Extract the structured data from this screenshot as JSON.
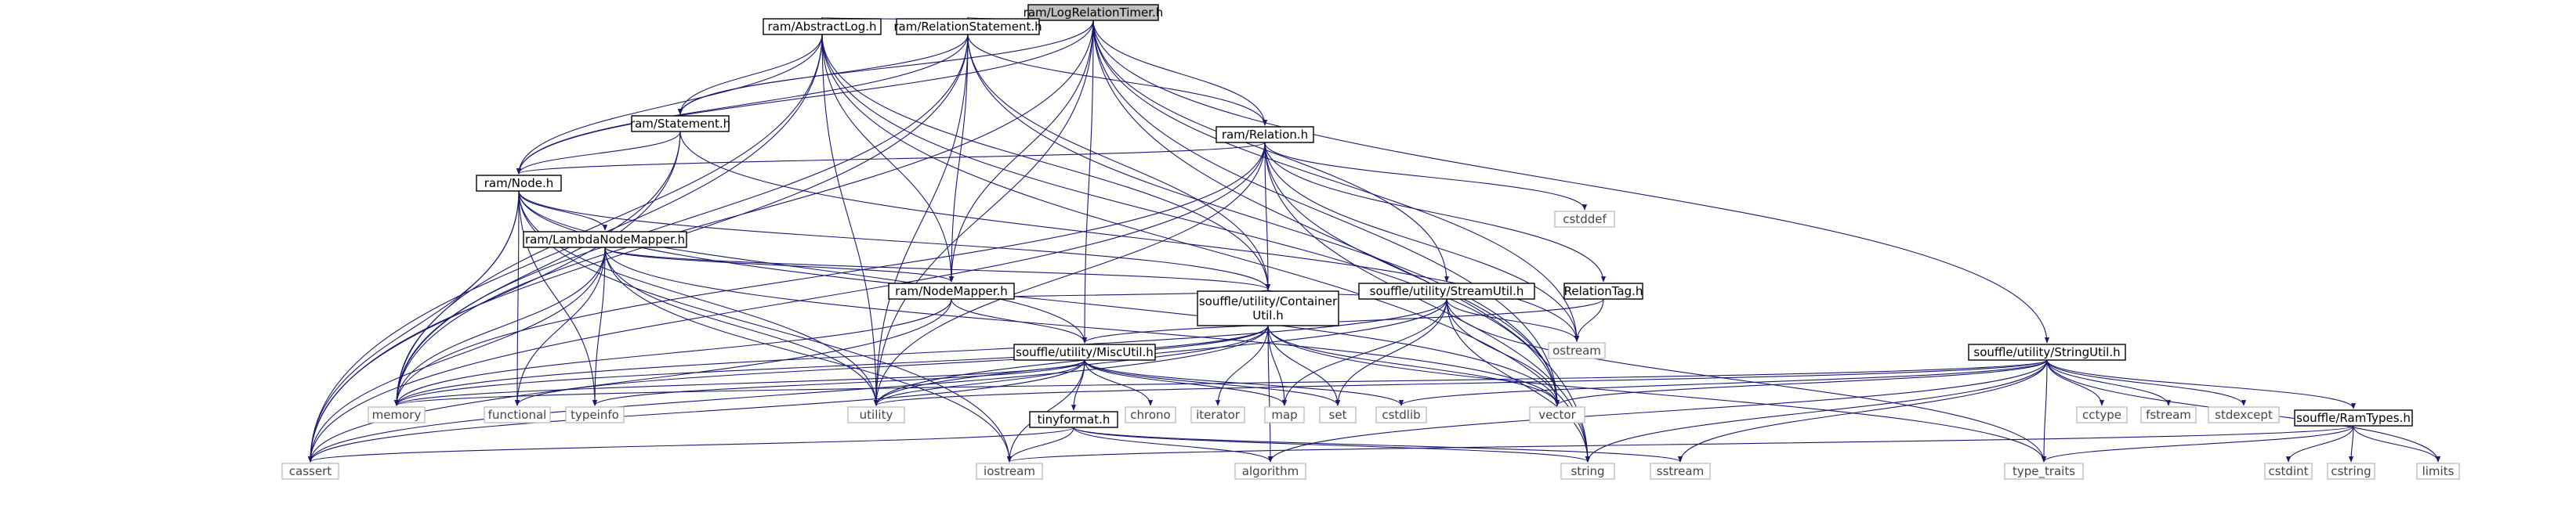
{
  "graph": {
    "colors": {
      "edge": "#191970",
      "root_fill": "#bfbfbf",
      "local_border": "#000000",
      "system_border": "#bfbfbf"
    },
    "nodes": [
      {
        "id": "root",
        "label": "ram/LogRelationTimer.h",
        "kind": "root"
      },
      {
        "id": "abstractlog",
        "label": "ram/AbstractLog.h",
        "kind": "local"
      },
      {
        "id": "relstmt",
        "label": "ram/RelationStatement.h",
        "kind": "local"
      },
      {
        "id": "relation",
        "label": "ram/Relation.h",
        "kind": "local"
      },
      {
        "id": "statement",
        "label": "ram/Statement.h",
        "kind": "local"
      },
      {
        "id": "node",
        "label": "ram/Node.h",
        "kind": "local"
      },
      {
        "id": "lambda",
        "label": "ram/LambdaNodeMapper.h",
        "kind": "local"
      },
      {
        "id": "nodemapper",
        "label": "ram/NodeMapper.h",
        "kind": "local"
      },
      {
        "id": "streamutil",
        "label": "souffle/utility/StreamUtil.h",
        "kind": "local"
      },
      {
        "id": "reltag",
        "label": "RelationTag.h",
        "kind": "local"
      },
      {
        "id": "miscutil",
        "label": "souffle/utility/MiscUtil.h",
        "kind": "local"
      },
      {
        "id": "container",
        "label": [
          "souffle/utility/Container",
          "Util.h"
        ],
        "kind": "local"
      },
      {
        "id": "tinyformat",
        "label": "tinyformat.h",
        "kind": "local"
      },
      {
        "id": "stringutil",
        "label": "souffle/utility/StringUtil.h",
        "kind": "local"
      },
      {
        "id": "ramtypes",
        "label": "souffle/RamTypes.h",
        "kind": "local"
      },
      {
        "id": "cstddef",
        "label": "cstddef",
        "kind": "sys"
      },
      {
        "id": "ostream",
        "label": "ostream",
        "kind": "sys"
      },
      {
        "id": "memory",
        "label": "memory",
        "kind": "sys"
      },
      {
        "id": "functional",
        "label": "functional",
        "kind": "sys"
      },
      {
        "id": "typeinfo",
        "label": "typeinfo",
        "kind": "sys"
      },
      {
        "id": "utility",
        "label": "utility",
        "kind": "sys"
      },
      {
        "id": "chrono",
        "label": "chrono",
        "kind": "sys"
      },
      {
        "id": "iterator",
        "label": "iterator",
        "kind": "sys"
      },
      {
        "id": "map",
        "label": "map",
        "kind": "sys"
      },
      {
        "id": "set",
        "label": "set",
        "kind": "sys"
      },
      {
        "id": "cstdlib",
        "label": "cstdlib",
        "kind": "sys"
      },
      {
        "id": "vector",
        "label": "vector",
        "kind": "sys"
      },
      {
        "id": "cctype",
        "label": "cctype",
        "kind": "sys"
      },
      {
        "id": "fstream",
        "label": "fstream",
        "kind": "sys"
      },
      {
        "id": "stdexcept",
        "label": "stdexcept",
        "kind": "sys"
      },
      {
        "id": "cassert",
        "label": "cassert",
        "kind": "sys"
      },
      {
        "id": "iostream",
        "label": "iostream",
        "kind": "sys"
      },
      {
        "id": "algorithm",
        "label": "algorithm",
        "kind": "sys"
      },
      {
        "id": "string",
        "label": "string",
        "kind": "sys"
      },
      {
        "id": "sstream",
        "label": "sstream",
        "kind": "sys"
      },
      {
        "id": "typetraits",
        "label": "type_traits",
        "kind": "sys"
      },
      {
        "id": "cstdint",
        "label": "cstdint",
        "kind": "sys"
      },
      {
        "id": "cstring",
        "label": "cstring",
        "kind": "sys"
      },
      {
        "id": "limits",
        "label": "limits",
        "kind": "sys"
      }
    ],
    "edges": [
      [
        "root",
        "abstractlog"
      ],
      [
        "root",
        "relstmt"
      ],
      [
        "root",
        "relation"
      ],
      [
        "root",
        "statement"
      ],
      [
        "root",
        "node"
      ],
      [
        "root",
        "nodemapper"
      ],
      [
        "root",
        "streamutil"
      ],
      [
        "root",
        "miscutil"
      ],
      [
        "root",
        "stringutil"
      ],
      [
        "root",
        "memory"
      ],
      [
        "root",
        "ostream"
      ],
      [
        "root",
        "string"
      ],
      [
        "root",
        "vector"
      ],
      [
        "root",
        "utility"
      ],
      [
        "abstractlog",
        "statement"
      ],
      [
        "abstractlog",
        "node"
      ],
      [
        "abstractlog",
        "nodemapper"
      ],
      [
        "abstractlog",
        "container"
      ],
      [
        "abstractlog",
        "memory"
      ],
      [
        "abstractlog",
        "utility"
      ],
      [
        "abstractlog",
        "vector"
      ],
      [
        "abstractlog",
        "string"
      ],
      [
        "abstractlog",
        "cassert"
      ],
      [
        "relstmt",
        "relation"
      ],
      [
        "relstmt",
        "statement"
      ],
      [
        "relstmt",
        "node"
      ],
      [
        "relstmt",
        "nodemapper"
      ],
      [
        "relstmt",
        "container"
      ],
      [
        "relstmt",
        "memory"
      ],
      [
        "relstmt",
        "utility"
      ],
      [
        "relstmt",
        "vector"
      ],
      [
        "relstmt",
        "cassert"
      ],
      [
        "relation",
        "node"
      ],
      [
        "relation",
        "reltag"
      ],
      [
        "relation",
        "container"
      ],
      [
        "relation",
        "cstddef"
      ],
      [
        "relation",
        "ostream"
      ],
      [
        "relation",
        "string"
      ],
      [
        "relation",
        "utility"
      ],
      [
        "relation",
        "vector"
      ],
      [
        "relation",
        "memory"
      ],
      [
        "relation",
        "cassert"
      ],
      [
        "statement",
        "node"
      ],
      [
        "statement",
        "cassert"
      ],
      [
        "statement",
        "ostream"
      ],
      [
        "statement",
        "memory"
      ],
      [
        "node",
        "lambda"
      ],
      [
        "node",
        "container"
      ],
      [
        "node",
        "miscutil"
      ],
      [
        "node",
        "functional"
      ],
      [
        "node",
        "iostream"
      ],
      [
        "node",
        "memory"
      ],
      [
        "node",
        "typeinfo"
      ],
      [
        "node",
        "utility"
      ],
      [
        "node",
        "vector"
      ],
      [
        "node",
        "cassert"
      ],
      [
        "lambda",
        "nodemapper"
      ],
      [
        "lambda",
        "container"
      ],
      [
        "lambda",
        "functional"
      ],
      [
        "lambda",
        "memory"
      ],
      [
        "lambda",
        "utility"
      ],
      [
        "lambda",
        "cassert"
      ],
      [
        "lambda",
        "iostream"
      ],
      [
        "lambda",
        "typeinfo"
      ],
      [
        "lambda",
        "vector"
      ],
      [
        "nodemapper",
        "container"
      ],
      [
        "nodemapper",
        "miscutil"
      ],
      [
        "nodemapper",
        "memory"
      ],
      [
        "nodemapper",
        "cassert"
      ],
      [
        "streamutil",
        "container"
      ],
      [
        "streamutil",
        "map"
      ],
      [
        "streamutil",
        "set"
      ],
      [
        "streamutil",
        "ostream"
      ],
      [
        "streamutil",
        "string"
      ],
      [
        "streamutil",
        "typetraits"
      ],
      [
        "streamutil",
        "utility"
      ],
      [
        "streamutil",
        "vector"
      ],
      [
        "streamutil",
        "memory"
      ],
      [
        "reltag",
        "ostream"
      ],
      [
        "reltag",
        "miscutil"
      ],
      [
        "miscutil",
        "tinyformat"
      ],
      [
        "miscutil",
        "chrono"
      ],
      [
        "miscutil",
        "cstdlib"
      ],
      [
        "miscutil",
        "iostream"
      ],
      [
        "miscutil",
        "memory"
      ],
      [
        "miscutil",
        "map"
      ],
      [
        "miscutil",
        "set"
      ],
      [
        "miscutil",
        "typeinfo"
      ],
      [
        "miscutil",
        "utility"
      ],
      [
        "miscutil",
        "cassert"
      ],
      [
        "container",
        "algorithm"
      ],
      [
        "container",
        "functional"
      ],
      [
        "container",
        "iterator"
      ],
      [
        "container",
        "map"
      ],
      [
        "container",
        "memory"
      ],
      [
        "container",
        "set"
      ],
      [
        "container",
        "typetraits"
      ],
      [
        "container",
        "utility"
      ],
      [
        "container",
        "vector"
      ],
      [
        "container",
        "cassert"
      ],
      [
        "tinyformat",
        "algorithm"
      ],
      [
        "tinyformat",
        "cassert"
      ],
      [
        "tinyformat",
        "iostream"
      ],
      [
        "tinyformat",
        "sstream"
      ],
      [
        "tinyformat",
        "string"
      ],
      [
        "stringutil",
        "ramtypes"
      ],
      [
        "stringutil",
        "algorithm"
      ],
      [
        "stringutil",
        "cctype"
      ],
      [
        "stringutil",
        "cstdlib"
      ],
      [
        "stringutil",
        "fstream"
      ],
      [
        "stringutil",
        "limits"
      ],
      [
        "stringutil",
        "sstream"
      ],
      [
        "stringutil",
        "stdexcept"
      ],
      [
        "stringutil",
        "string"
      ],
      [
        "stringutil",
        "typetraits"
      ],
      [
        "stringutil",
        "utility"
      ],
      [
        "stringutil",
        "vector"
      ],
      [
        "stringutil",
        "memory"
      ],
      [
        "ramtypes",
        "cstdint"
      ],
      [
        "ramtypes",
        "cstring"
      ],
      [
        "ramtypes",
        "iostream"
      ],
      [
        "ramtypes",
        "limits"
      ],
      [
        "ramtypes",
        "typetraits"
      ]
    ]
  }
}
